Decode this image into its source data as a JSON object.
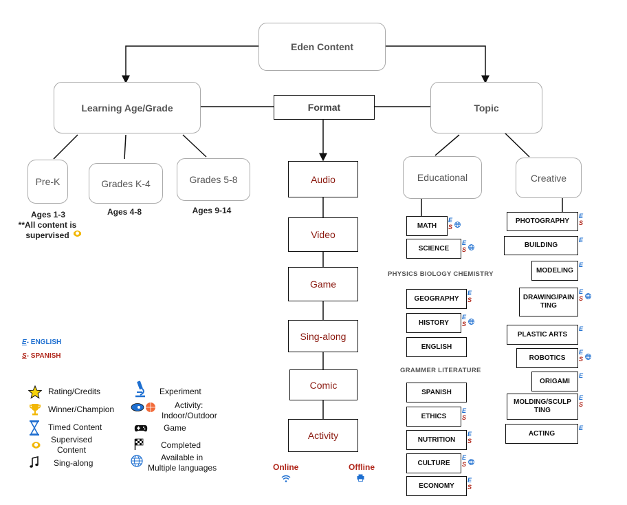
{
  "root": "Eden Content",
  "age_group": {
    "title": "Learning Age/Grade",
    "levels": [
      {
        "name": "Pre-K",
        "ages": "Ages 1-3",
        "note_line1": "**All content is",
        "note_line2": "supervised"
      },
      {
        "name": "Grades K-4",
        "ages": "Ages 4-8"
      },
      {
        "name": "Grades 5-8",
        "ages": "Ages 9-14"
      }
    ]
  },
  "format": {
    "title": "Format",
    "items": [
      "Audio",
      "Video",
      "Game",
      "Sing-along",
      "Comic",
      "Activity"
    ],
    "online": "Online",
    "offline": "Offline"
  },
  "topic": {
    "title": "Topic",
    "educational": {
      "title": "Educational",
      "items": [
        {
          "label": "MATH",
          "e": true,
          "s": true,
          "globe": true
        },
        {
          "label": "SCIENCE",
          "e": true,
          "s": true,
          "globe": true
        },
        {
          "label": "GEOGRAPHY",
          "e": true,
          "s": true,
          "globe": false
        },
        {
          "label": "HISTORY",
          "e": true,
          "s": true,
          "globe": true
        },
        {
          "label": "ENGLISH",
          "e": false,
          "s": false,
          "globe": false
        },
        {
          "label": "SPANISH",
          "e": false,
          "s": false,
          "globe": false
        },
        {
          "label": "ETHICS",
          "e": true,
          "s": true,
          "globe": false
        },
        {
          "label": "NUTRITION",
          "e": true,
          "s": true,
          "globe": false
        },
        {
          "label": "CULTURE",
          "e": true,
          "s": true,
          "globe": true
        },
        {
          "label": "ECONOMY",
          "e": true,
          "s": true,
          "globe": false
        }
      ],
      "science_sub": "PHYSICS   BIOLOGY   CHEMISTRY",
      "english_sub": "GRAMMER   LITERATURE"
    },
    "creative": {
      "title": "Creative",
      "items": [
        {
          "label": "PHOTOGRAPHY",
          "e": true,
          "s": true,
          "globe": false
        },
        {
          "label": "BUILDING",
          "e": true,
          "s": false,
          "globe": false
        },
        {
          "label": "MODELING",
          "e": true,
          "s": false,
          "globe": false
        },
        {
          "label": "DRAWING/PAIN TING",
          "e": true,
          "s": true,
          "globe": true
        },
        {
          "label": "PLASTIC ARTS",
          "e": true,
          "s": false,
          "globe": false
        },
        {
          "label": "ROBOTICS",
          "e": true,
          "s": true,
          "globe": true
        },
        {
          "label": "ORIGAMI",
          "e": true,
          "s": false,
          "globe": false
        },
        {
          "label": "MOLDING/SCULP TING",
          "e": true,
          "s": true,
          "globe": false
        },
        {
          "label": "ACTING",
          "e": true,
          "s": false,
          "globe": false
        }
      ]
    }
  },
  "languages": {
    "english": "- ENGLISH",
    "spanish": "- SPANISH",
    "e_letter": "E",
    "s_letter": "S",
    "english_color": "#1e6fd0",
    "spanish_color": "#b0261a"
  },
  "legend": {
    "rating": "Rating/Credits",
    "winner": "Winner/Champion",
    "timed": "Timed Content",
    "supervised_1": "Supervised",
    "supervised_2": "Content",
    "singalong": "Sing-along",
    "experiment": "Experiment",
    "activity_1": "Activity:",
    "activity_2": "Indoor/Outdoor",
    "game": "Game",
    "completed": "Completed",
    "multilang_1": "Available in",
    "multilang_2": "Multiple languages"
  },
  "colors": {
    "format_text": "#8b1a10",
    "supervised_icon": "#f2b705",
    "online_icon": "#1e6fd0"
  }
}
